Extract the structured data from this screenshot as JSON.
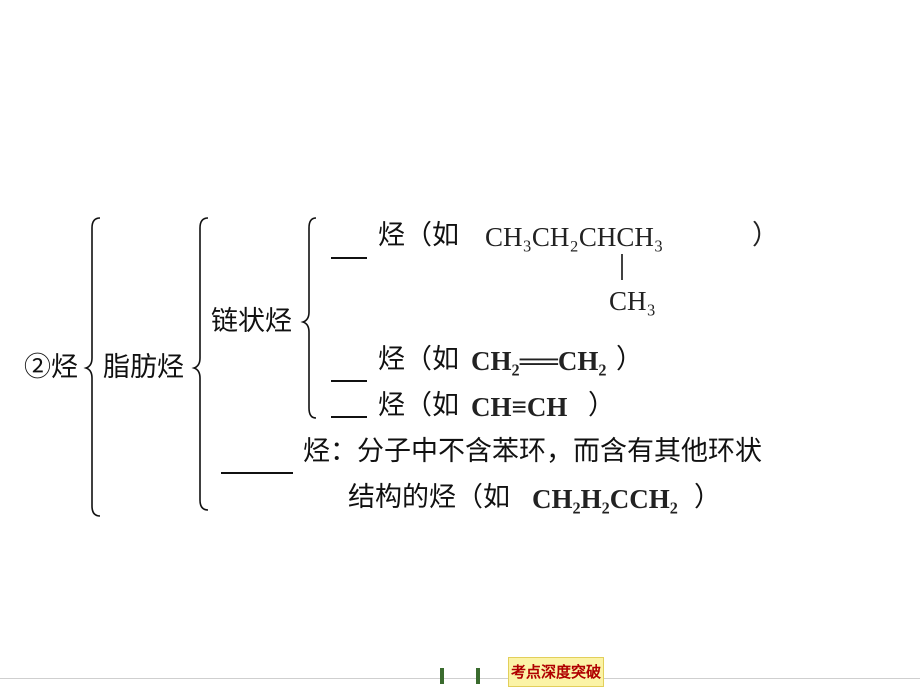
{
  "classification": {
    "root": "②烃",
    "aliphatic": "脂肪烃",
    "chain": "链状烃",
    "item1": {
      "suffix": "烃（如",
      "formula_main": "CH₃CH₂CHCH₃",
      "bond": "|",
      "branch": "CH₃",
      "close": "）"
    },
    "item2": {
      "suffix": "烃（如",
      "formula": "CH₂══CH₂",
      "close": "）"
    },
    "item3": {
      "suffix": "烃（如",
      "formula": "CH≡CH",
      "close": "）"
    },
    "cyclo": {
      "line1": "烃：分子中不含苯环，而含有其他环状",
      "line2_text": "结构的烃（如",
      "line2_formula": "CH₂H₂CCH₂",
      "line2_close": "）"
    }
  },
  "footer": {
    "button_label": "考点深度突破"
  }
}
